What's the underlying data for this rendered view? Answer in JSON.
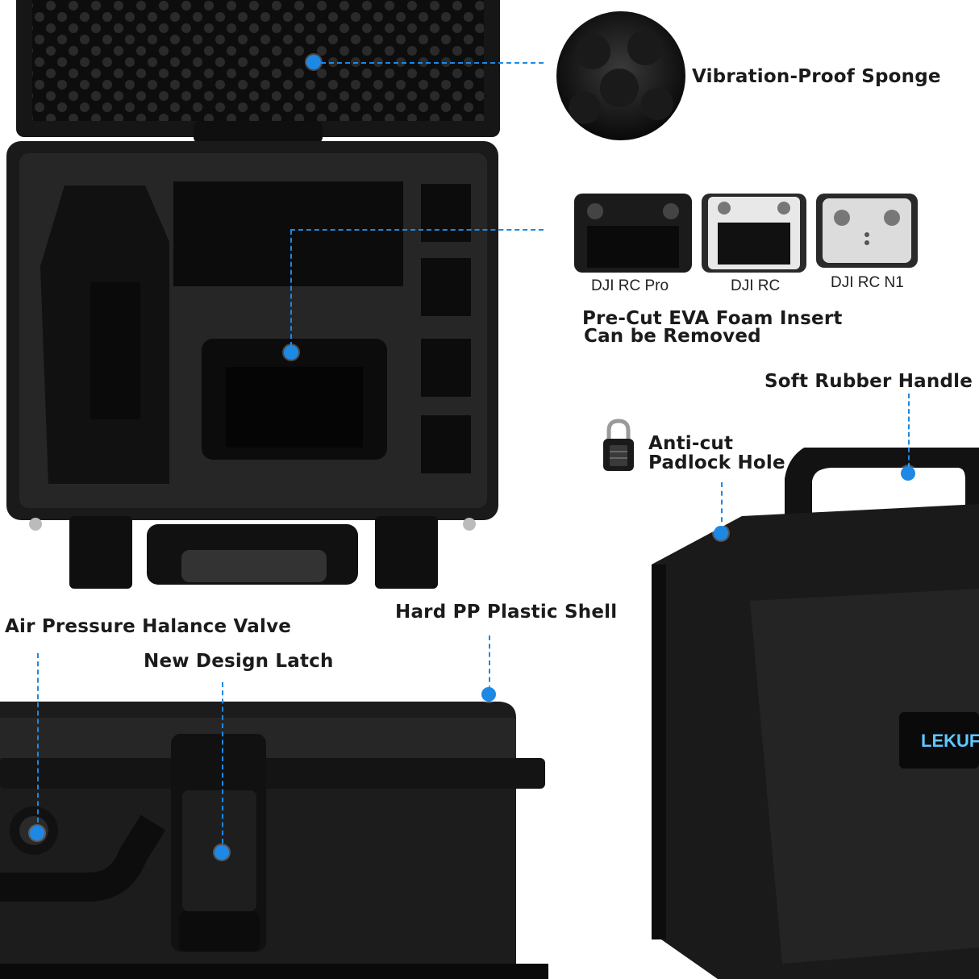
{
  "labels": {
    "sponge": "Vibration-Proof Sponge",
    "foam_line1": "Pre-Cut EVA Foam Insert",
    "foam_line2": "Can be Removed",
    "handle": "Soft Rubber Handle",
    "padlock_line1": "Anti-cut",
    "padlock_line2": "Padlock Hole",
    "valve": "Air Pressure Halance Valve",
    "latch": "New Design Latch",
    "shell": "Hard PP Plastic Shell"
  },
  "controllers": [
    {
      "name": "DJI RC Pro"
    },
    {
      "name": "DJI RC"
    },
    {
      "name": "DJI RC N1"
    }
  ],
  "brand": {
    "logo_text": "LEKUF"
  },
  "colors": {
    "accent": "#1e88e5",
    "case": "#1c1c1c",
    "text": "#1b1b1b"
  }
}
